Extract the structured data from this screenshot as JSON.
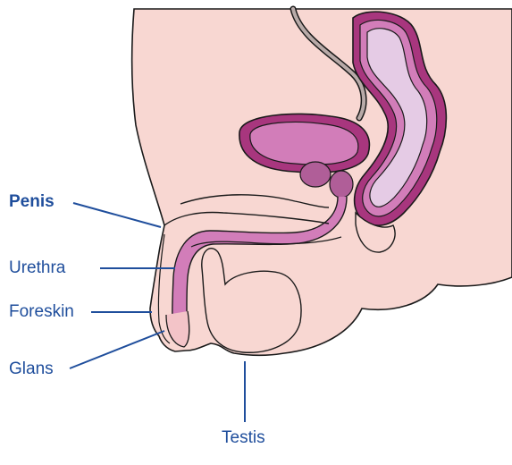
{
  "labels": {
    "penis": "Penis",
    "urethra": "Urethra",
    "foreskin": "Foreskin",
    "glans": "Glans",
    "testis": "Testis"
  },
  "colors": {
    "skin": "#f8d7d2",
    "outline": "#1a1a1a",
    "organ_dark": "#a8367e",
    "organ_mid": "#d27db9",
    "organ_light": "#e5cbe5",
    "prostate": "#b05e98",
    "ureter": "#b8aaa8",
    "leader_line": "#1f4e9c",
    "label_text": "#1f4e9c"
  }
}
